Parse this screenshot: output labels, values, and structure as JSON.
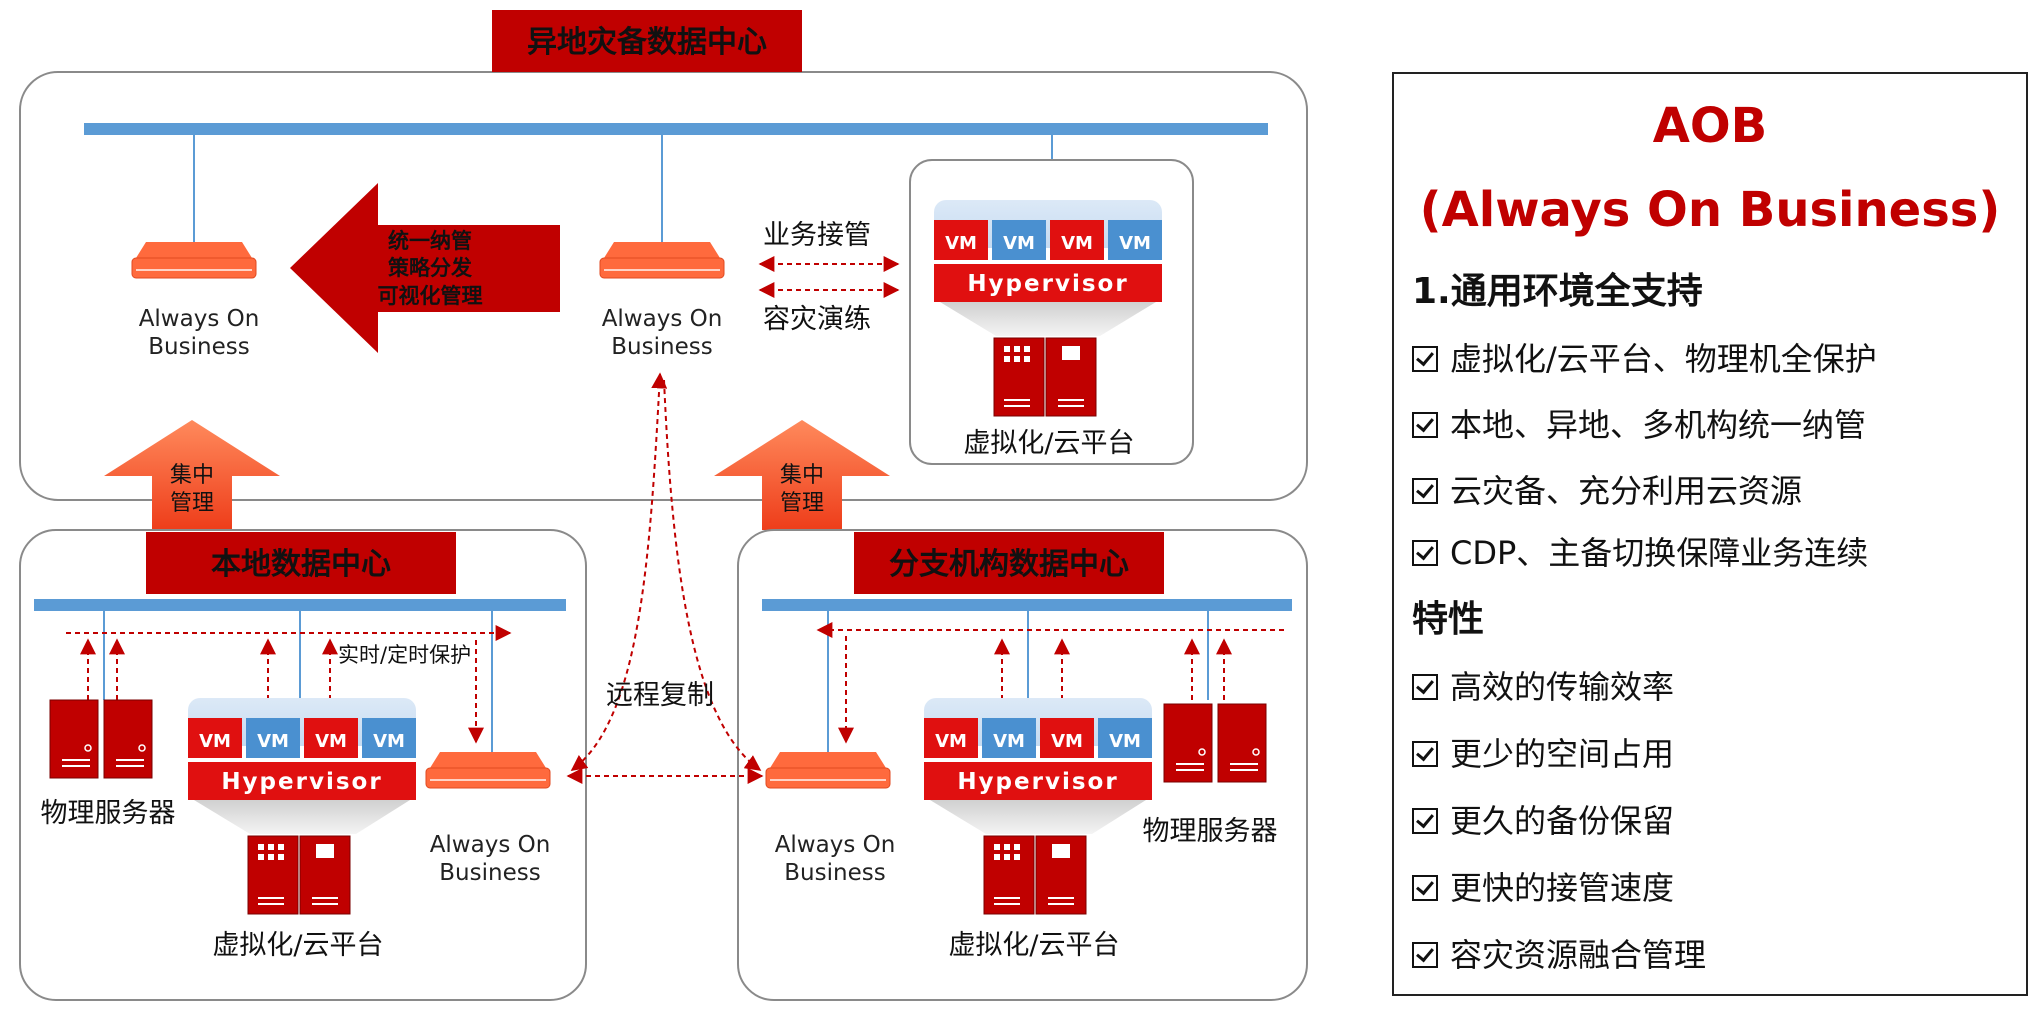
{
  "diagram": {
    "remote_dc_title": "异地灾备数据中心",
    "local_dc_title": "本地数据中心",
    "branch_dc_title": "分支机构数据中心",
    "aob_label_line1": "Always On",
    "aob_label_line2": "Business",
    "unified_arrow_lines": [
      "统一纳管",
      "策略分发",
      "可视化管理"
    ],
    "business_takeover": "业务接管",
    "dr_drill": "容灾演练",
    "vm_label": "VM",
    "hypervisor_label": "Hypervisor",
    "virt_platform_label": "虚拟化/云平台",
    "central_mgmt_lines": [
      "集中",
      "管理"
    ],
    "physical_server_label": "物理服务器",
    "realtime_protection": "实时/定时保护",
    "remote_replication": "远程复制"
  },
  "panel": {
    "title_line1": "AOB",
    "title_line2": "(Always On Business)",
    "section1_heading": "1.通用环境全支持",
    "section1_items": [
      "虚拟化/云平台、物理机全保护",
      "本地、异地、多机构统一纳管",
      "云灾备、充分利用云资源",
      "CDP、主备切换保障业务连续"
    ],
    "section2_heading": "特性",
    "section2_items": [
      "高效的传输效率",
      "更少的空间占用",
      "更久的备份保留",
      "更快的接管速度",
      "容灾资源融合管理"
    ]
  },
  "colors": {
    "brand_red": "#c00000",
    "orange": "#ff6a3d",
    "network_blue": "#5b9bd5",
    "vm_blue": "#4a90d0"
  }
}
